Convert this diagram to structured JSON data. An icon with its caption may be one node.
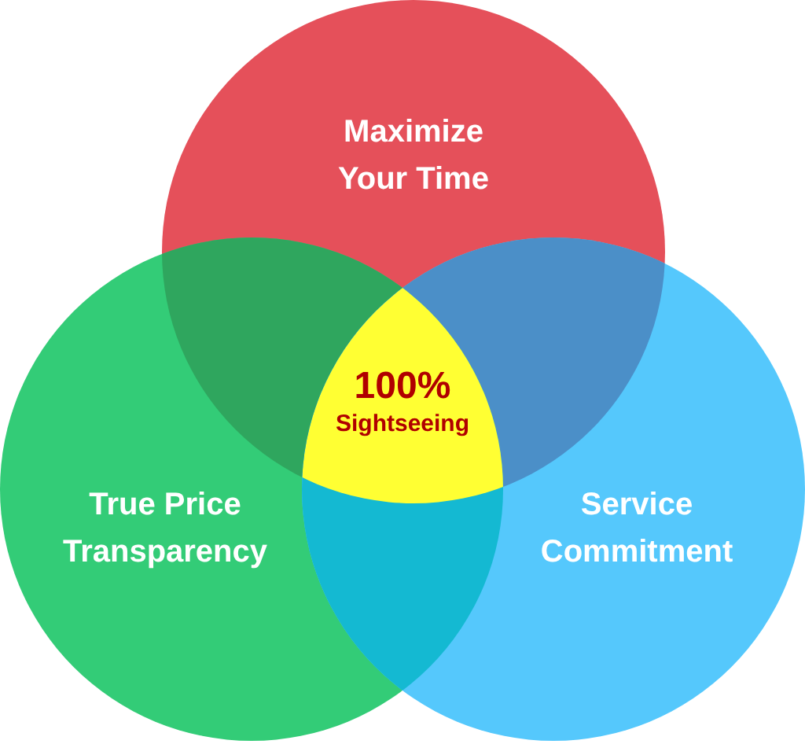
{
  "diagram": {
    "nodes": [
      {
        "text": [
          "Maximize Your Time"
        ]
      },
      {
        "text": [
          "True Price Transparency"
        ]
      },
      {
        "text": [
          "Service Commitment"
        ]
      },
      {
        "text": [
          "100%",
          "Sightseeing"
        ]
      }
    ]
  }
}
